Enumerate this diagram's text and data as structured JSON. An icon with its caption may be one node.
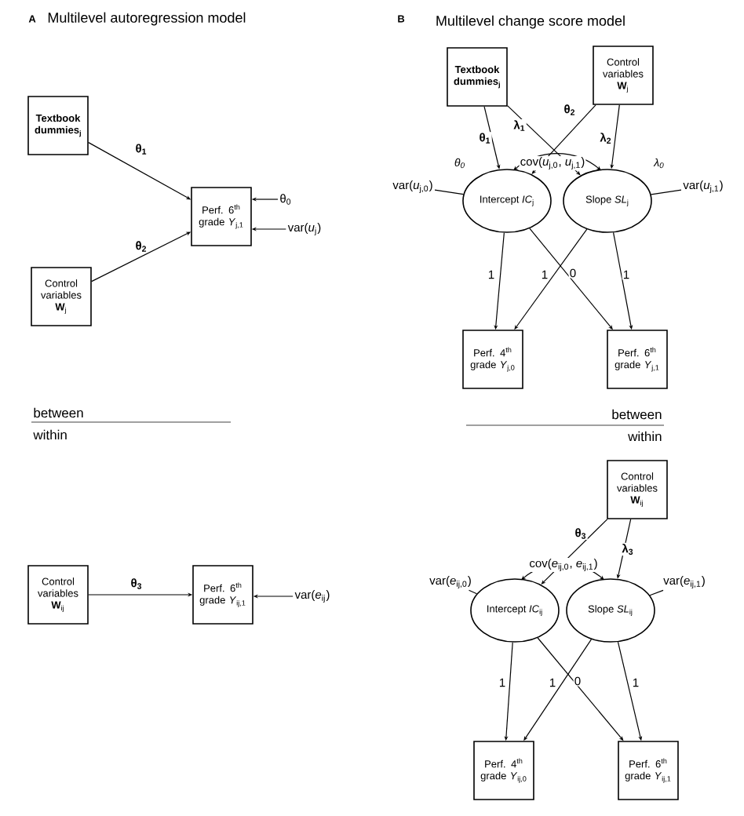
{
  "diagram": {
    "nodes": [
      {
        "text": [
          "Textbook dummies$_{j}$"
        ]
      },
      {
        "text": [
          "Control variables **W**$_{j}$"
        ]
      },
      {
        "text": [
          "Perf. 6$^{th}$ grade *Y*$_{j,1}$"
        ]
      },
      {
        "text": [
          "θ$_{0}$"
        ]
      },
      {
        "text": [
          "var(*u*$_{j}$)"
        ]
      },
      {
        "text": [
          "Control variables **W**$_{ij}$"
        ]
      },
      {
        "text": [
          "Perf. 6$^{th}$ grade *Y*$_{ij,1}$"
        ]
      },
      {
        "text": [
          "var(*e*$_{ij}$)"
        ]
      },
      {
        "text": [
          "Textbook dummies$_{j}$"
        ]
      },
      {
        "text": [
          "Control variables **W**$_{j}$"
        ]
      },
      {
        "text": [
          "var(*u*$_{j,0}$)"
        ]
      },
      {
        "text": [
          "Intercept *IC*$_{j}$"
        ]
      },
      {
        "text": [
          "Slope *SL*$_{j}$"
        ]
      },
      {
        "text": [
          "var(*u*$_{j,1}$)"
        ]
      },
      {
        "text": [
          "Perf. 4$^{th}$ grade *Y*$_{j,0}$"
        ]
      },
      {
        "text": [
          "Perf. 6$^{th}$ grade *Y*$_{j,1}$"
        ]
      },
      {
        "text": [
          "Control variables **W**$_{ij}$"
        ]
      },
      {
        "text": [
          "var(*e*$_{ij,0}$)"
        ]
      },
      {
        "text": [
          "Intercept *IC*$_{ij}$"
        ]
      },
      {
        "text": [
          "Slope *SL*$_{ij}$"
        ]
      },
      {
        "text": [
          "var(*e*$_{ij,1}$)"
        ]
      },
      {
        "text": [
          "Perf. 4$^{th}$ grade *Y*$_{ij,0}$"
        ]
      },
      {
        "text": [
          "Perf. 6$^{th}$ grade *Y*$_{ij,1}$"
        ]
      }
    ],
    "edges": [
      {
        "from": 0,
        "to": 2,
        "arrow": "to",
        "label": "θ$_{1}$"
      },
      {
        "from": 1,
        "to": 2,
        "arrow": "to",
        "label": "θ$_{2}$"
      },
      {
        "from": 3,
        "to": 2,
        "arrow": "to"
      },
      {
        "from": 4,
        "to": 2,
        "arrow": "to"
      },
      {
        "from": 5,
        "to": 6,
        "arrow": "to",
        "label": "θ$_{3}$"
      },
      {
        "from": 7,
        "to": 6,
        "arrow": "to"
      },
      {
        "from": 8,
        "to": 11,
        "arrow": "to",
        "label": "θ$_{1}$"
      },
      {
        "from": 8,
        "to": 12,
        "arrow": "to",
        "label": "λ$_{1}$"
      },
      {
        "from": 9,
        "to": 11,
        "arrow": "to",
        "label": "θ$_{2}$"
      },
      {
        "from": 9,
        "to": 12,
        "arrow": "to",
        "label": "λ$_{2}$"
      },
      {
        "from": 11,
        "to": 12,
        "arrow": "both",
        "label": "cov(*u*$_{j,0}$, *u*$_{j,1}$)"
      },
      {
        "from": 10,
        "to": 11,
        "arrow": "none"
      },
      {
        "from": 13,
        "to": 12,
        "arrow": "none"
      },
      {
        "from": 11,
        "to": 14,
        "arrow": "to",
        "label": "1"
      },
      {
        "from": 11,
        "to": 15,
        "arrow": "to",
        "label": "0"
      },
      {
        "from": 12,
        "to": 14,
        "arrow": "to",
        "label": "1"
      },
      {
        "from": 12,
        "to": 15,
        "arrow": "to",
        "label": "1"
      },
      {
        "from": 16,
        "to": 18,
        "arrow": "to",
        "label": "θ$_{3}$"
      },
      {
        "from": 16,
        "to": 19,
        "arrow": "to",
        "label": "λ$_{3}$"
      },
      {
        "from": 18,
        "to": 19,
        "arrow": "both",
        "label": "cov(*e*$_{ij,0}$, *e*$_{ij,1}$)"
      },
      {
        "from": 17,
        "to": 18,
        "arrow": "none"
      },
      {
        "from": 20,
        "to": 19,
        "arrow": "none"
      },
      {
        "from": 18,
        "to": 21,
        "arrow": "to",
        "label": "1"
      },
      {
        "from": 18,
        "to": 22,
        "arrow": "to",
        "label": "0"
      },
      {
        "from": 19,
        "to": 21,
        "arrow": "to",
        "label": "1"
      },
      {
        "from": 19,
        "to": 22,
        "arrow": "to",
        "label": "1"
      }
    ],
    "labels": [
      "A",
      "Multilevel autoregression model",
      "B",
      "Multilevel change score model",
      "between",
      "within",
      "θ$_{0}$",
      "λ$_{0}$",
      "between",
      "within"
    ]
  }
}
